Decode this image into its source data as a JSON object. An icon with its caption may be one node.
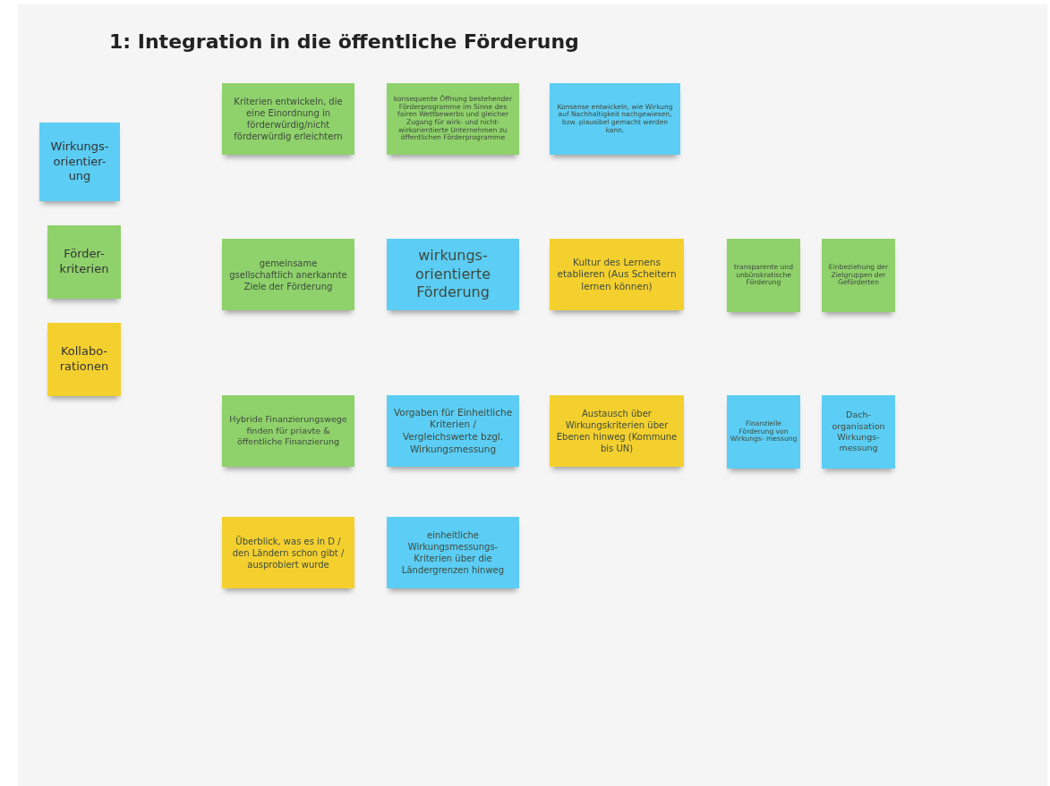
{
  "diagram": {
    "title": "1: Integration in die öffentliche Förderung",
    "nodes": [
      {
        "text": [
          "Kriterien entwickeln, die eine Einordnung in förderwürdig/nicht förderwürdig erleichtern"
        ]
      },
      {
        "text": [
          "konsequente Öffnung bestehender Förderprogramme im Sinne des fairen Wettbewerbs und gleicher Zugang für wirk- und nicht-wirkorientierte Unternehmen zu öffentlichen Förderprogramme"
        ]
      },
      {
        "text": [
          "Konsense entwickeln, wie Wirkung auf Nachhaltigkeit nachgewiesen, bzw. plausibel gemacht werden kann."
        ]
      },
      {
        "text": [
          "gemeinsame gsellschaftlich anerkannte Ziele der Förderung"
        ]
      },
      {
        "text": [
          "wirkungs- orientierte Förderung"
        ]
      },
      {
        "text": [
          "Kultur des Lernens etablieren (Aus Scheitern lernen können)"
        ]
      },
      {
        "text": [
          "transparente und unbürokratische Förderung"
        ]
      },
      {
        "text": [
          "Einbeziehung der Zielgruppen der Geförderten"
        ]
      },
      {
        "text": [
          "Hybride Finanzierungswege finden für priavte & öffentliche Finanzierung"
        ]
      },
      {
        "text": [
          "Vorgaben für Einheitliche Kriterien / Vergleichswerte bzgl. Wirkungsmessung"
        ]
      },
      {
        "text": [
          "Austausch über Wirkungskriterien über Ebenen hinweg (Kommune bis UN)"
        ]
      },
      {
        "text": [
          "Finanzielle Förderung von Wirkungs- messung"
        ]
      },
      {
        "text": [
          "Dach- organisation Wirkungs- messung"
        ]
      },
      {
        "text": [
          "Überblick, was es in D / den Ländern schon gibt / ausprobiert wurde"
        ]
      },
      {
        "text": [
          "einheitliche Wirkungsmessungs- Kriterien über die Ländergrenzen hinweg"
        ]
      }
    ],
    "legend": [
      {
        "text": "Wirkungs- orientier- ung",
        "color": "#5ccdf4"
      },
      {
        "text": "Förder- kriterien",
        "color": "#8fd16b"
      },
      {
        "text": "Kollabo- rationen",
        "color": "#f4d02f"
      }
    ]
  }
}
